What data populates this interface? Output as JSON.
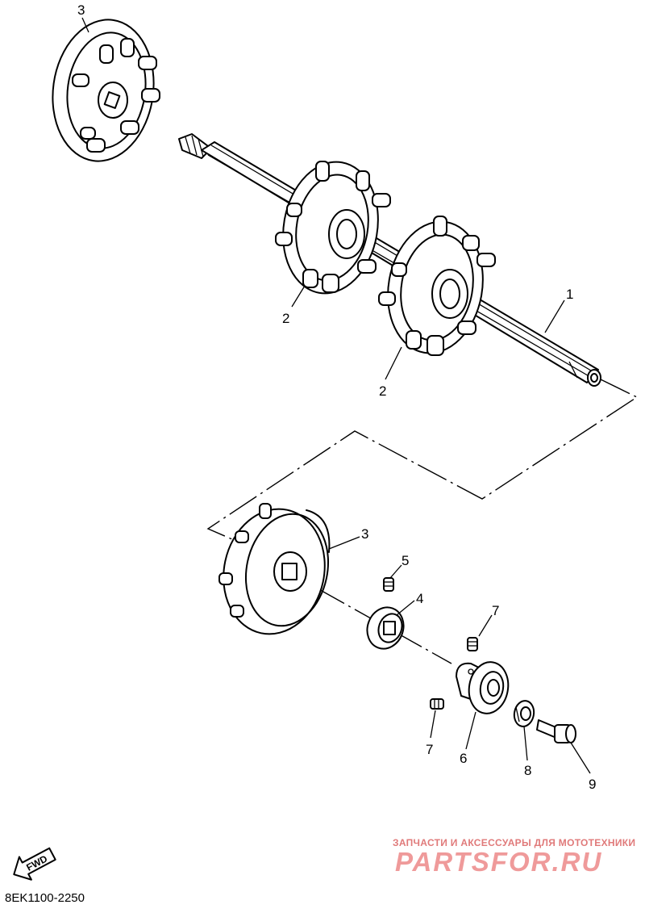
{
  "diagram": {
    "drawing_code": "8EK1100-2250",
    "fwd_label": "FWD",
    "callouts": {
      "shaft": "1",
      "sprocket_upper": "2",
      "sprocket_lower": "2",
      "wheel_upper": "3",
      "wheel_lower": "3",
      "collar": "4",
      "screw_collar": "5",
      "bearing": "6",
      "screw_left": "7",
      "screw_right": "7",
      "nut": "8",
      "bolt": "9"
    }
  },
  "watermark": {
    "tagline": "ЗАПЧАСТИ И АКСЕССУАРЫ ДЛЯ МОТОТЕХНИКИ",
    "logo": "PARTSFOR.RU"
  },
  "colors": {
    "ink": "#000000",
    "paper": "#ffffff",
    "watermark": "#ef9a9a"
  }
}
